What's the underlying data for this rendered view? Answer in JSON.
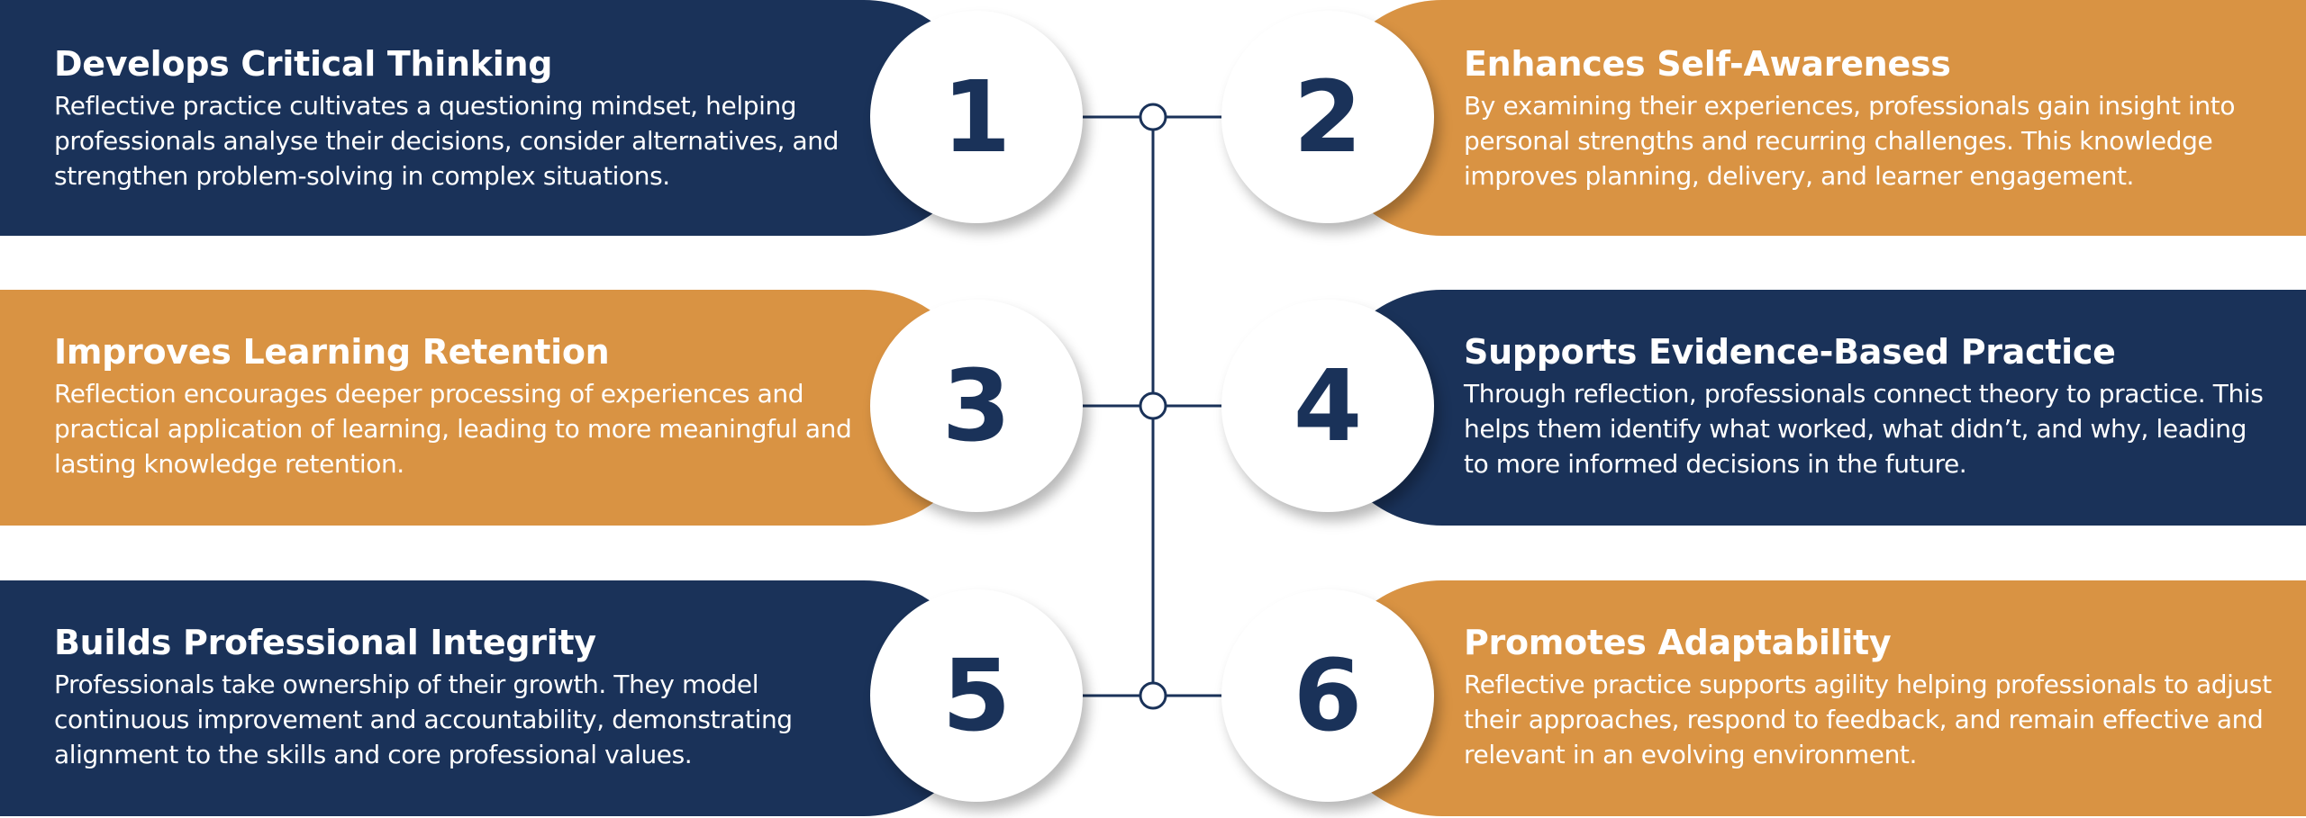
{
  "colors": {
    "navy": "#1a3259",
    "orange": "#d99343",
    "white": "#ffffff"
  },
  "items": [
    {
      "number": "1",
      "title": "Develops Critical Thinking",
      "description": "Reflective practice cultivates a questioning mindset, helping professionals analyse their decisions, consider alternatives, and strengthen problem-solving in complex situations.",
      "color": "navy"
    },
    {
      "number": "2",
      "title": "Enhances Self-Awareness",
      "description": "By examining their experiences, professionals gain insight into personal strengths and recurring challenges. This knowledge improves planning, delivery, and learner engagement.",
      "color": "orange"
    },
    {
      "number": "3",
      "title": "Improves Learning Retention",
      "description": "Reflection encourages deeper processing of experiences and practical application of learning, leading to more meaningful and lasting knowledge retention.",
      "color": "orange"
    },
    {
      "number": "4",
      "title": "Supports Evidence-Based Practice",
      "description": "Through reflection, professionals connect theory to practice. This helps them identify what worked, what didn’t, and why, leading to more informed decisions in the future.",
      "color": "navy"
    },
    {
      "number": "5",
      "title": "Builds Professional Integrity",
      "description": "Professionals take ownership of their growth. They model continuous improvement and accountability, demonstrating alignment to the skills and core professional values.",
      "color": "navy"
    },
    {
      "number": "6",
      "title": "Promotes Adaptability",
      "description": "Reflective practice supports agility helping professionals to adjust their approaches, respond to feedback, and remain effective and relevant in an evolving environment.",
      "color": "orange"
    }
  ]
}
